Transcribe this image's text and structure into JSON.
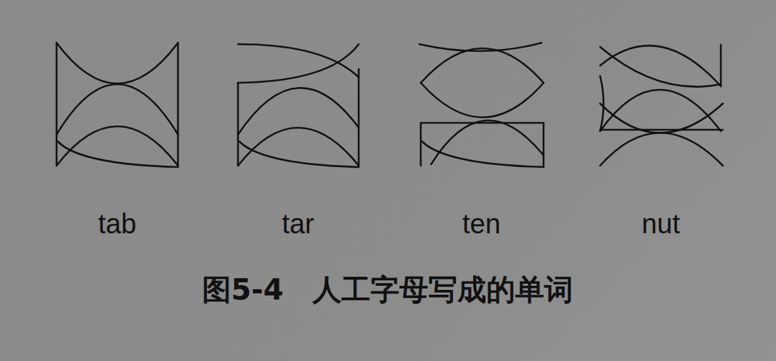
{
  "diagram": {
    "caption": "图5-4　人工字母写成的单词",
    "labels": [
      "tab",
      "tar",
      "ten",
      "nut"
    ]
  }
}
